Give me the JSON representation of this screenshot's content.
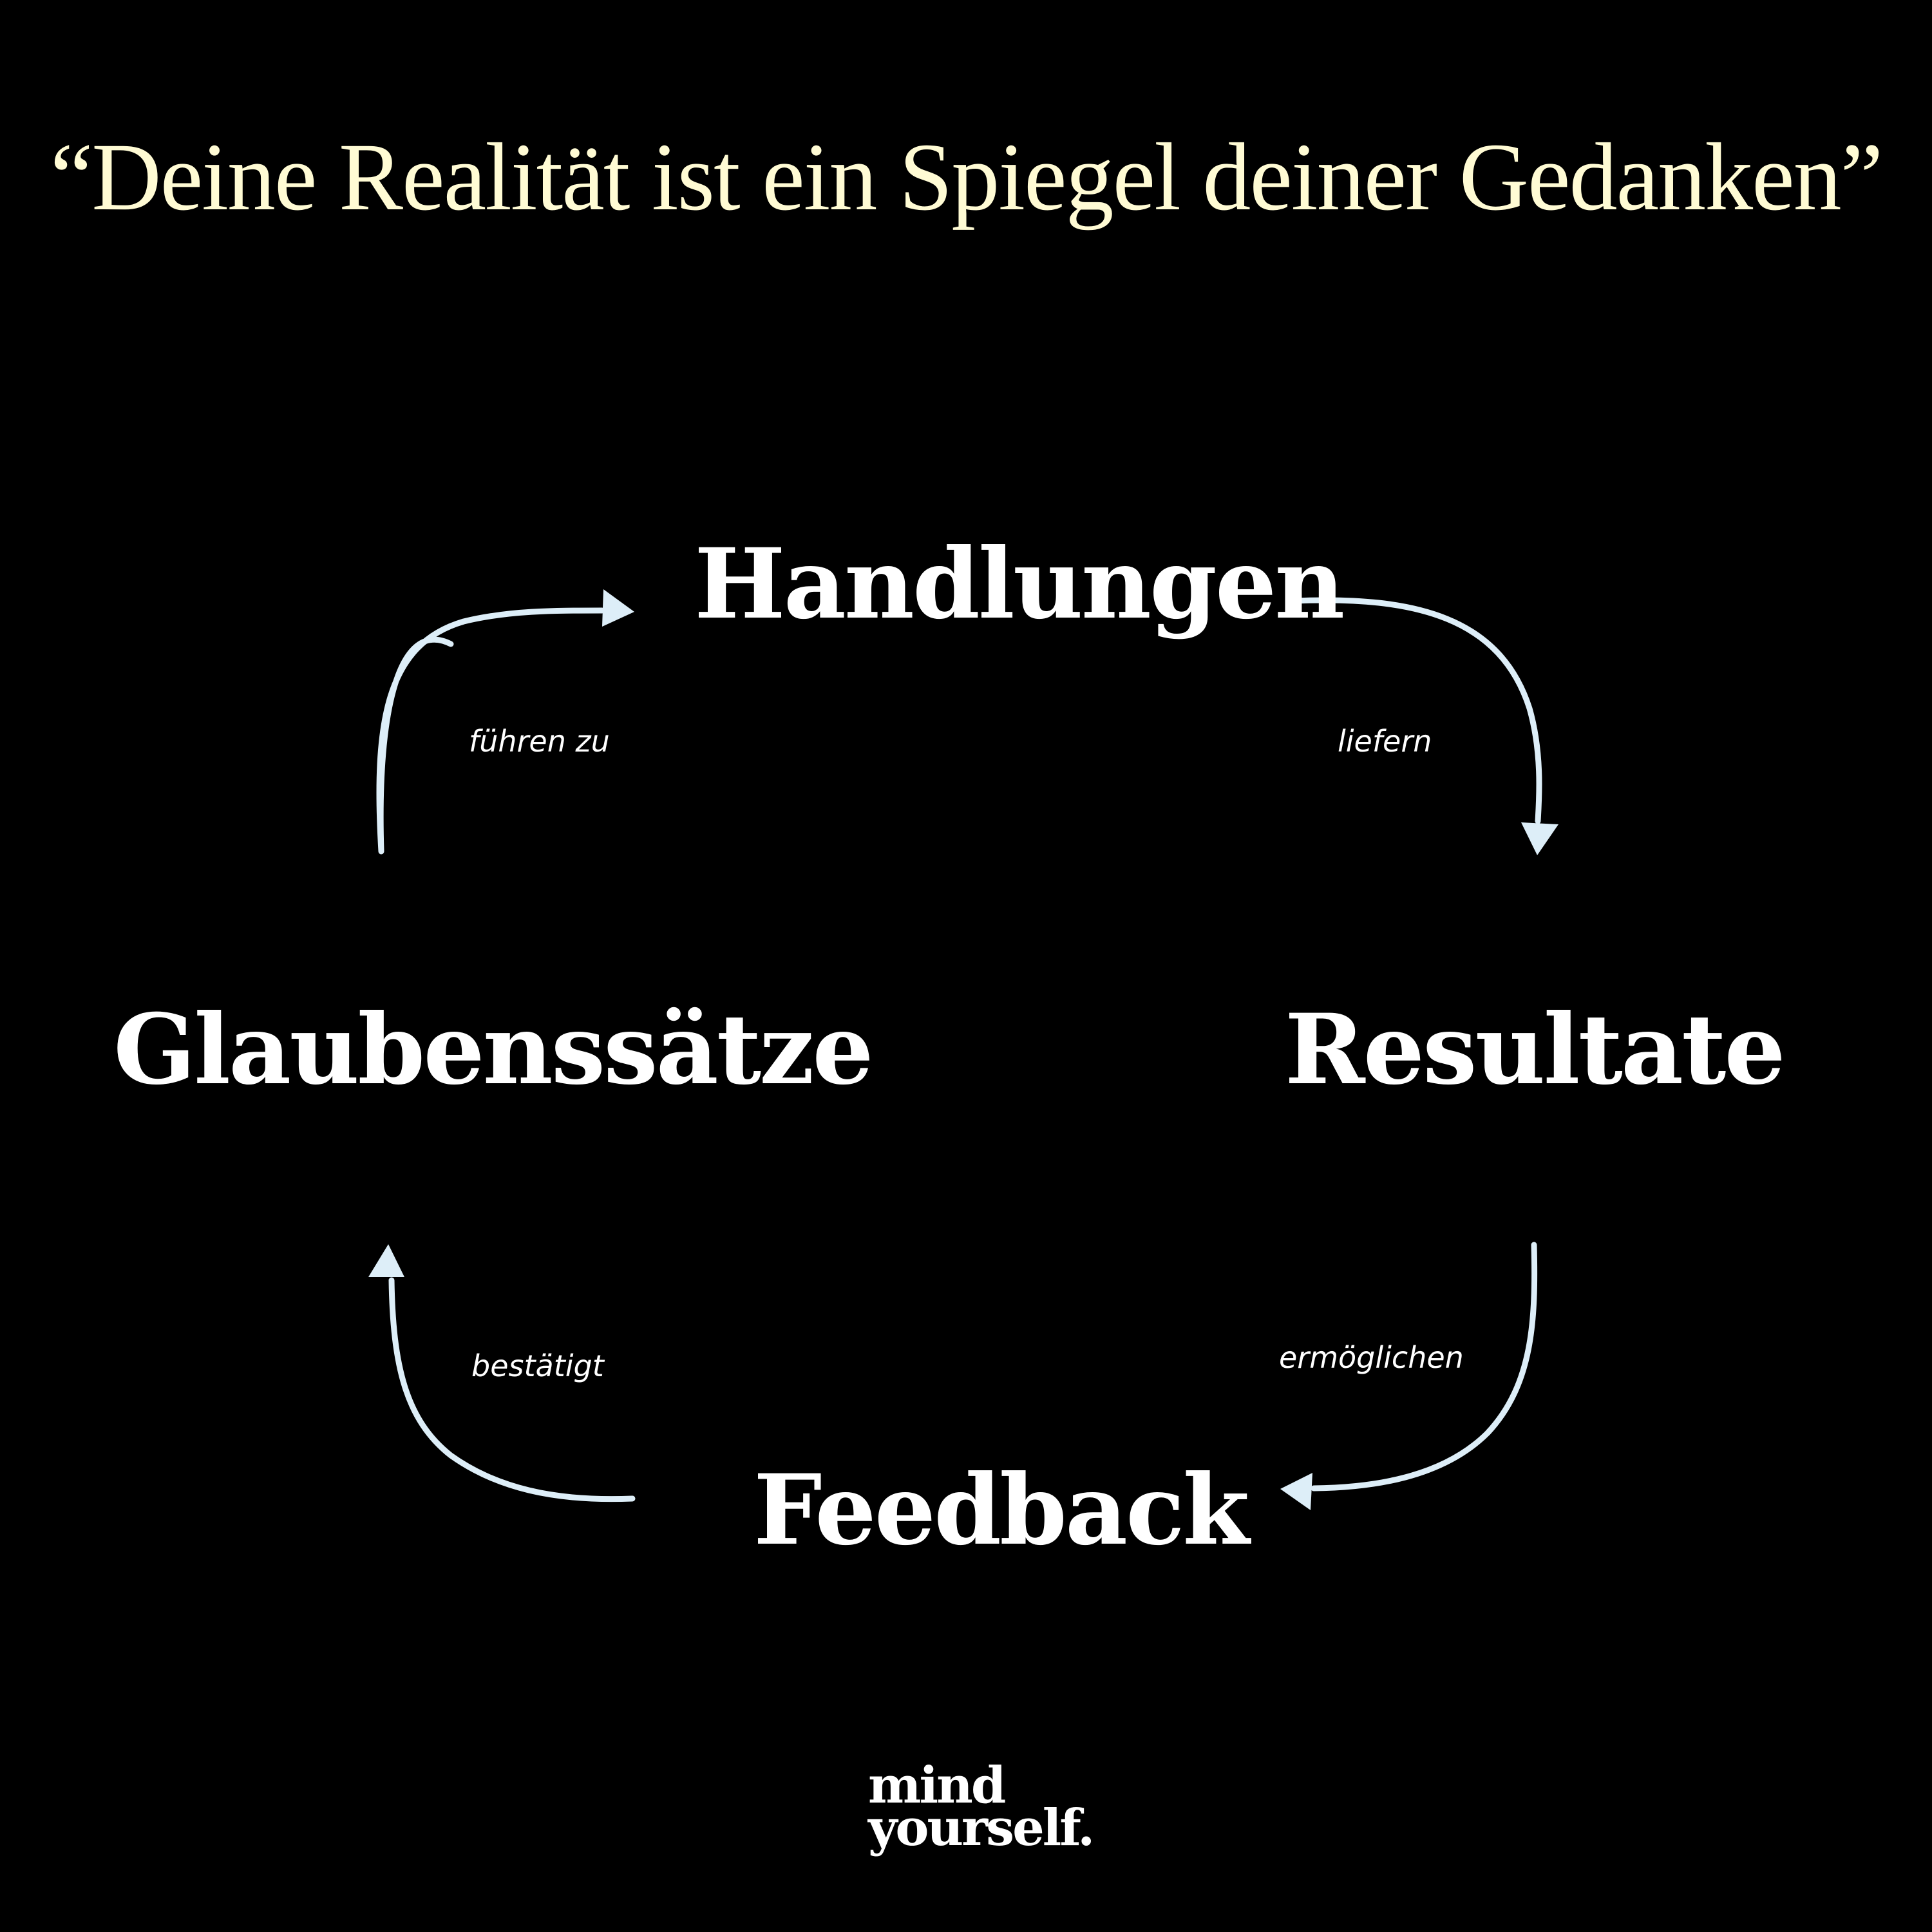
{
  "title": "“Deine Realität ist ein Spiegel deiner Gedanken”",
  "colors": {
    "background": "#000000",
    "title": "#FFFBD4",
    "nodes": "#FFFFFF",
    "arrows": "#DDEEF8",
    "labels": "#FFFFFF"
  },
  "cycle": {
    "nodes": {
      "top": "Handlungen",
      "right": "Resultate",
      "bottom": "Feedback",
      "left": "Glaubenssätze"
    },
    "edges": [
      {
        "from": "Glaubenssätze",
        "to": "Handlungen",
        "label": "führen zu"
      },
      {
        "from": "Handlungen",
        "to": "Resultate",
        "label": "liefern"
      },
      {
        "from": "Resultate",
        "to": "Feedback",
        "label": "ermöglichen"
      },
      {
        "from": "Feedback",
        "to": "Glaubenssätze",
        "label": "bestätigt"
      }
    ]
  },
  "logo": {
    "line1": "mind",
    "line2": "yourself."
  }
}
